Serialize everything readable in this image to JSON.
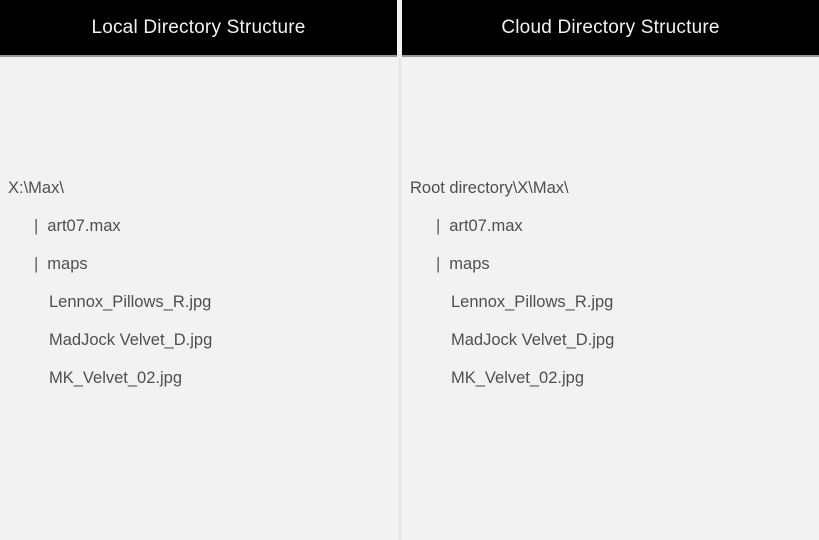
{
  "colors": {
    "header_bg": "#000000",
    "header_text": "#f2f2f2",
    "page_bg": "#f1f2f1",
    "tree_text": "#4f4f4f",
    "divider": "#e4e4e4"
  },
  "panels": [
    {
      "title": "Local Directory Structure",
      "root_path": "X:\\Max\\",
      "entries": [
        {
          "prefix": "|",
          "label": "art07.max"
        },
        {
          "prefix": "|",
          "label": "maps"
        },
        {
          "prefix": "",
          "label": "Lennox_Pillows_R.jpg"
        },
        {
          "prefix": "",
          "label": "MadJock Velvet_D.jpg"
        },
        {
          "prefix": "",
          "label": "MK_Velvet_02.jpg"
        }
      ]
    },
    {
      "title": "Cloud Directory Structure",
      "root_path": "Root directory\\X\\Max\\",
      "entries": [
        {
          "prefix": "|",
          "label": "art07.max"
        },
        {
          "prefix": "|",
          "label": "maps"
        },
        {
          "prefix": "",
          "label": "Lennox_Pillows_R.jpg"
        },
        {
          "prefix": "",
          "label": "MadJock Velvet_D.jpg"
        },
        {
          "prefix": "",
          "label": "MK_Velvet_02.jpg"
        }
      ]
    }
  ]
}
